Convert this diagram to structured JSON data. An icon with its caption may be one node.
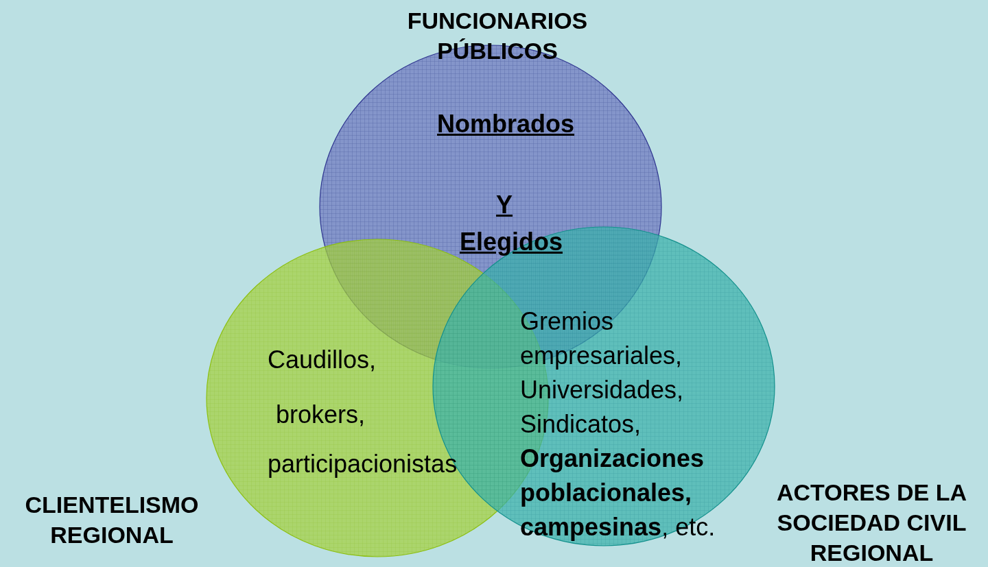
{
  "diagram": {
    "nodes": [
      {
        "text": [
          "FUNCIONARIOS PÚBLICOS",
          "Nombrados",
          "Y",
          "Elegidos"
        ]
      },
      {
        "text": [
          "Caudillos,",
          "brokers,",
          "participacionistas",
          "CLIENTELISMO REGIONAL"
        ]
      },
      {
        "text": [
          "Gremios empresariales, Universidades, Sindicatos, **Organizaciones poblacionales, campesinas**, etc.",
          "ACTORES DE LA SOCIEDAD CIVIL REGIONAL"
        ]
      }
    ],
    "edges": []
  }
}
